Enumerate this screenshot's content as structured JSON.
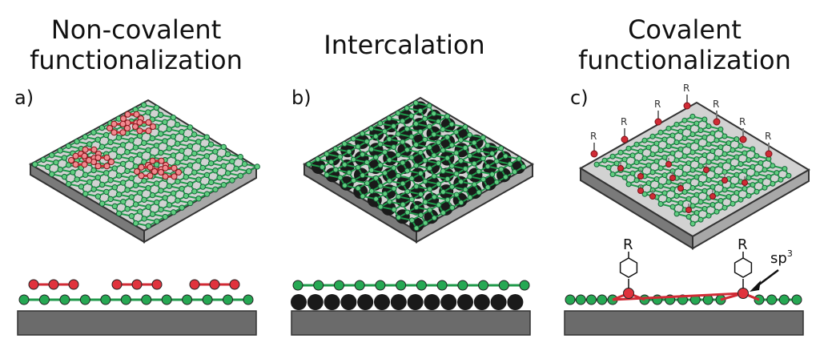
{
  "panels": [
    {
      "letter": "a)",
      "title_line1": "Non-covalent",
      "title_line2": "functionalization"
    },
    {
      "letter": "b)",
      "title_line1": "Intercalation",
      "title_line2": ""
    },
    {
      "letter": "c)",
      "title_line1": "Covalent",
      "title_line2": "functionalization"
    }
  ],
  "labels": {
    "substituent": "R",
    "hybridization": "sp",
    "superscript": "3"
  },
  "colors": {
    "green": "#1f9a4a",
    "red": "#d02b35",
    "black": "#1a1a1a",
    "substrate": "#6b6b6b",
    "substrate_top": "#cfcfcf"
  }
}
